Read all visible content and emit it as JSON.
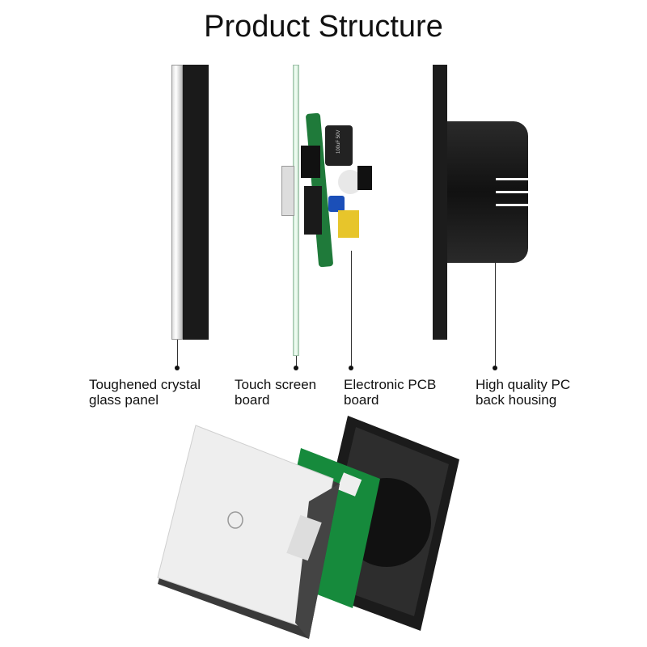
{
  "title": "Product Structure",
  "components": [
    {
      "line1": "Toughened crystal",
      "line2": "glass panel"
    },
    {
      "line1": "Touch screen",
      "line2": "board"
    },
    {
      "line1": "Electronic PCB",
      "line2": "board"
    },
    {
      "line1": "High quality PC",
      "line2": "back housing"
    }
  ],
  "capacitor_marking": "100uF 50V"
}
